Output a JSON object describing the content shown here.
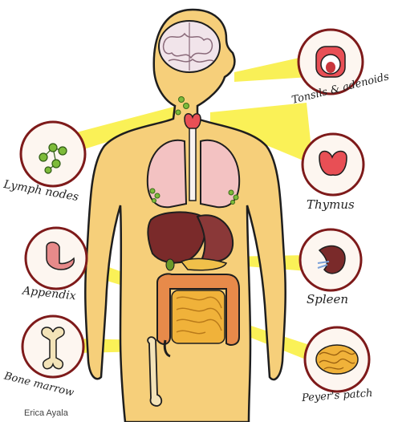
{
  "labels": {
    "tonsils": "Tonsils & adenoids",
    "lymph_nodes": "Lymph nodes",
    "thymus": "Thymus",
    "appendix": "Appendix",
    "spleen": "Spleen",
    "bone_marrow": "Bone marrow",
    "peyers_patch": "Peyer's patch"
  },
  "credit": "Erica Ayala",
  "colors": {
    "skin": "#f6cf7a",
    "outline": "#1e1e1e",
    "callout_ring": "#7e1a1a",
    "highlight": "#f9ee3a",
    "lung": "#f3c2c2",
    "liver": "#7a2a2a",
    "thyroid": "#e84f55",
    "lymph": "#7dbb3a",
    "intestine": "#e78a4a",
    "small_intestine": "#f0b23a"
  }
}
